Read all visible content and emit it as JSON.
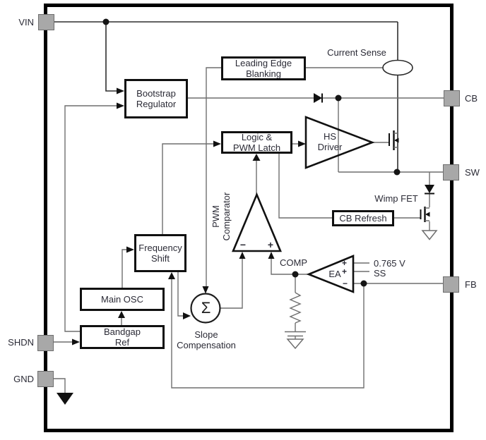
{
  "colors": {
    "wire_gray": "#6f6f6f",
    "ink_black": "#111111",
    "pin_gray": "#a8a8a8",
    "text": "#2b2b36"
  },
  "pins": {
    "vin": "VIN",
    "shdn": "SHDN",
    "gnd": "GND",
    "cb": "CB",
    "sw": "SW",
    "fb": "FB"
  },
  "blocks": {
    "bootstrap_regulator": {
      "line1": "Bootstrap",
      "line2": "Regulator"
    },
    "leading_edge_blanking": {
      "line1": "Leading Edge",
      "line2": "Blanking"
    },
    "logic_pwm_latch": {
      "line1": "Logic &",
      "line2": "PWM Latch"
    },
    "hs_driver": {
      "line1": "HS",
      "line2": "Driver"
    },
    "cb_refresh": {
      "line1": "CB Refresh"
    },
    "frequency_shift": {
      "line1": "Frequency",
      "line2": "Shift"
    },
    "main_osc": {
      "line1": "Main OSC"
    },
    "bandgap_ref": {
      "line1": "Bandgap",
      "line2": "Ref"
    },
    "error_amp": {
      "label": "EA"
    }
  },
  "labels": {
    "current_sense": "Current Sense",
    "wimp_fet": "Wimp FET",
    "comp": "COMP",
    "vref": "0.765 V",
    "soft_start": "SS",
    "slope_comp_line1": "Slope",
    "slope_comp_line2": "Compensation",
    "pwm_comparator_line1": "PWM",
    "pwm_comparator_line2": "Comparator",
    "sigma": "Σ"
  },
  "signs": {
    "pwm_minus": "−",
    "pwm_plus": "+",
    "ea_plus_top": "+",
    "ea_plus_mid": "+",
    "ea_minus": "−"
  }
}
